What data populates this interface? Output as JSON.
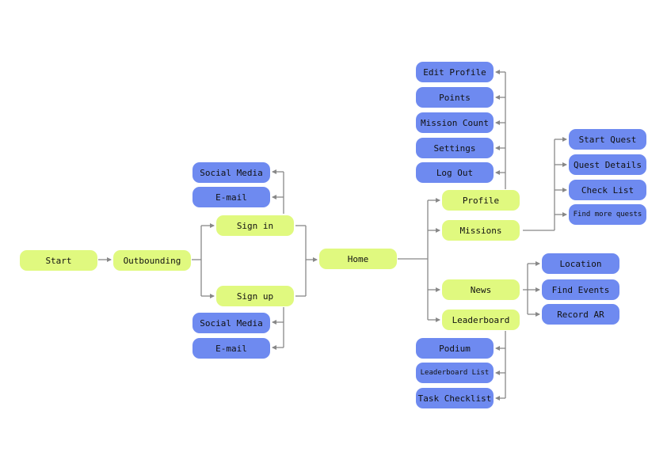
{
  "colors": {
    "primary_node": "#e0f97f",
    "secondary_node": "#6e8af0",
    "connector": "#888888"
  },
  "nodes": {
    "start": "Start",
    "outbounding": "Outbounding",
    "sign_in": "Sign in",
    "sign_in_social": "Social Media",
    "sign_in_email": "E-mail",
    "sign_up": "Sign up",
    "sign_up_social": "Social Media",
    "sign_up_email": "E-mail",
    "home": "Home",
    "profile": "Profile",
    "edit_profile": "Edit Profile",
    "points": "Points",
    "mission_count": "Mission Count",
    "settings": "Settings",
    "log_out": "Log Out",
    "missions": "Missions",
    "start_quest": "Start Quest",
    "quest_details": "Quest Details",
    "check_list": "Check List",
    "find_more_quests": "Find more quests",
    "news": "News",
    "location": "Location",
    "find_events": "Find Events",
    "record_ar": "Record AR",
    "leaderboard": "Leaderboard",
    "podium": "Podium",
    "leaderboard_list": "Leaderboard List",
    "task_checklist": "Task Checklist"
  }
}
